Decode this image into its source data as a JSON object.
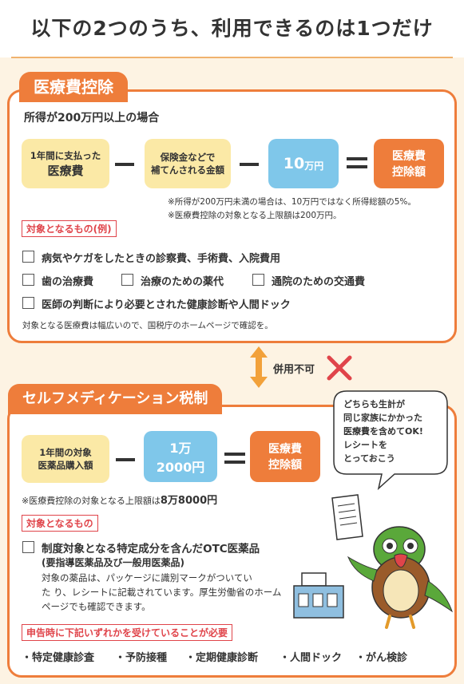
{
  "title": "以下の2つのうち、利用できるのは1つだけ",
  "medical": {
    "tab": "医療費控除",
    "condition": "所得が200万円以上の場合",
    "box1_line1": "1年間に支払った",
    "box1_line2": "医療費",
    "box2_line1": "保険金などで",
    "box2_line2": "補てんされる金額",
    "box3_num": "10",
    "box3_unit": "万円",
    "box4_line1": "医療費",
    "box4_line2": "控除額",
    "note1": "※所得が200万円未満の場合は、10万円ではなく所得総額の5%。",
    "note2": "※医療費控除の対象となる上限額は200万円。",
    "target_label": "対象となるもの(例)",
    "item1": "病気やケガをしたときの診察費、手術費、入院費用",
    "item2": "歯の治療費",
    "item3": "治療のための薬代",
    "item4": "通院のための交通費",
    "item5": "医師の判断により必要とされた健康診断や人間ドック",
    "footnote": "対象となる医療費は幅広いので、国税庁のホームページで確認を。"
  },
  "middle": {
    "label": "併用不可"
  },
  "self": {
    "tab": "セルフメディケーション税制",
    "box1_line1": "1年間の対象",
    "box1_line2": "医薬品購入額",
    "box2_line1": "1万",
    "box2_line2": "2000円",
    "box3_line1": "医療費",
    "box3_line2": "控除額",
    "limit_prefix": "※医療費控除の対象となる上限額は",
    "limit_value": "8万8000円",
    "target_label": "対象となるもの",
    "item_main": "制度対象となる特定成分を含んだOTC医薬品",
    "item_sub": "(要指導医薬品及び一般用医薬品)",
    "desc1": "対象の薬品は、パッケージに識別マークがついてい",
    "desc2": "た り、レシートに記載されています。厚生労働省のホーム",
    "desc3": "ページでも確認できます。",
    "req_label": "申告時に下記いずれかを受けていることが必要",
    "reqs": [
      "・特定健康診査",
      "・予防接種",
      "・定期健康診断",
      "・人間ドック",
      "・がん検診"
    ]
  },
  "bubble": {
    "line1": "どちらも生計が",
    "line2": "同じ家族にかかった",
    "line3": "医療費を含めてOK!",
    "line4": "レシートを",
    "line5": "とっておこう"
  },
  "colors": {
    "accent": "#ee7d3b",
    "yellow": "#fbe9a6",
    "blue": "#7fc7ea",
    "red": "#e0444a"
  }
}
